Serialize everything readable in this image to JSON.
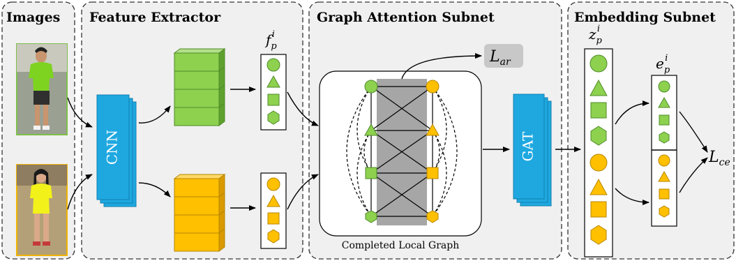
{
  "panels": {
    "images": "Images",
    "feature_extractor": "Feature Extractor",
    "graph_attention": "Graph Attention Subnet",
    "embedding": "Embedding Subnet"
  },
  "modules": {
    "cnn": "CNN",
    "gat": "GAT"
  },
  "labels": {
    "f_base": "f",
    "f_sub": "p",
    "f_sup": "i",
    "z_base": "z",
    "z_sub": "p",
    "z_sup": "i",
    "e_base": "e",
    "e_sub": "p",
    "e_sup": "i",
    "l_ar_base": "L",
    "l_ar_sub": "ar",
    "l_ce_base": "L",
    "l_ce_sub": "ce",
    "graph_caption": "Completed Local Graph"
  },
  "colors": {
    "green": "#8dd14f",
    "yellow": "#ffc000",
    "module_blue": "#1fa8e0",
    "graph_center": "#a6a6a6"
  }
}
